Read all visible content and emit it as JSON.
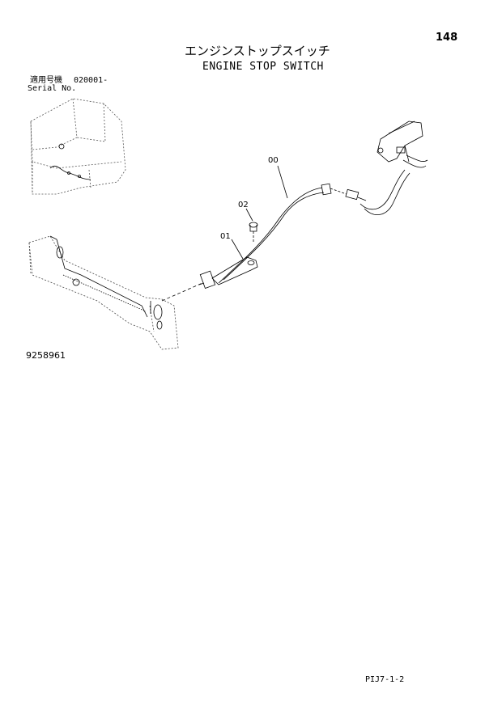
{
  "page_number": "148",
  "title_jp": "エンジンストップスイッチ",
  "title_en": "ENGINE STOP SWITCH",
  "serial": {
    "label_jp": "適用号機",
    "value": "020001-",
    "label_en": "Serial No."
  },
  "callouts": {
    "harness": "00",
    "switch": "01",
    "bolt": "02"
  },
  "figure_number": "9258961",
  "footer_code": "PIJ7-1-2"
}
